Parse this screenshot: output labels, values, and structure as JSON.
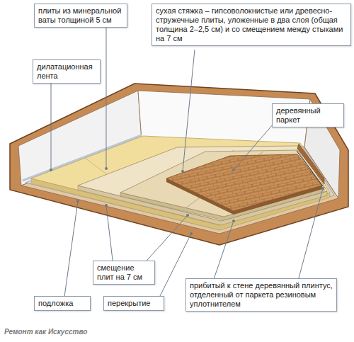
{
  "diagram": {
    "nodes": [
      {
        "text": [
          "плиты из минеральной ваты толщиной 5 см"
        ]
      },
      {
        "text": [
          "сухая стяжка – гипсоволокнистые или древесно-стружечные плиты, уложенные в два слоя (общая толщина 2–2,5 см) и со смещением между стыками на 7 см"
        ]
      },
      {
        "text": [
          "дилатационная лента"
        ]
      },
      {
        "text": [
          "деревянный паркет"
        ]
      },
      {
        "text": [
          "смещение плит на 7 см"
        ]
      },
      {
        "text": [
          "подложка"
        ]
      },
      {
        "text": [
          "перекрытие"
        ]
      },
      {
        "text": [
          "прибитый к стене деревянный плинтус, отделенный от паркета резиновым уплотнителем"
        ]
      }
    ],
    "labels": [
      "Ремонт как Искусство"
    ]
  }
}
